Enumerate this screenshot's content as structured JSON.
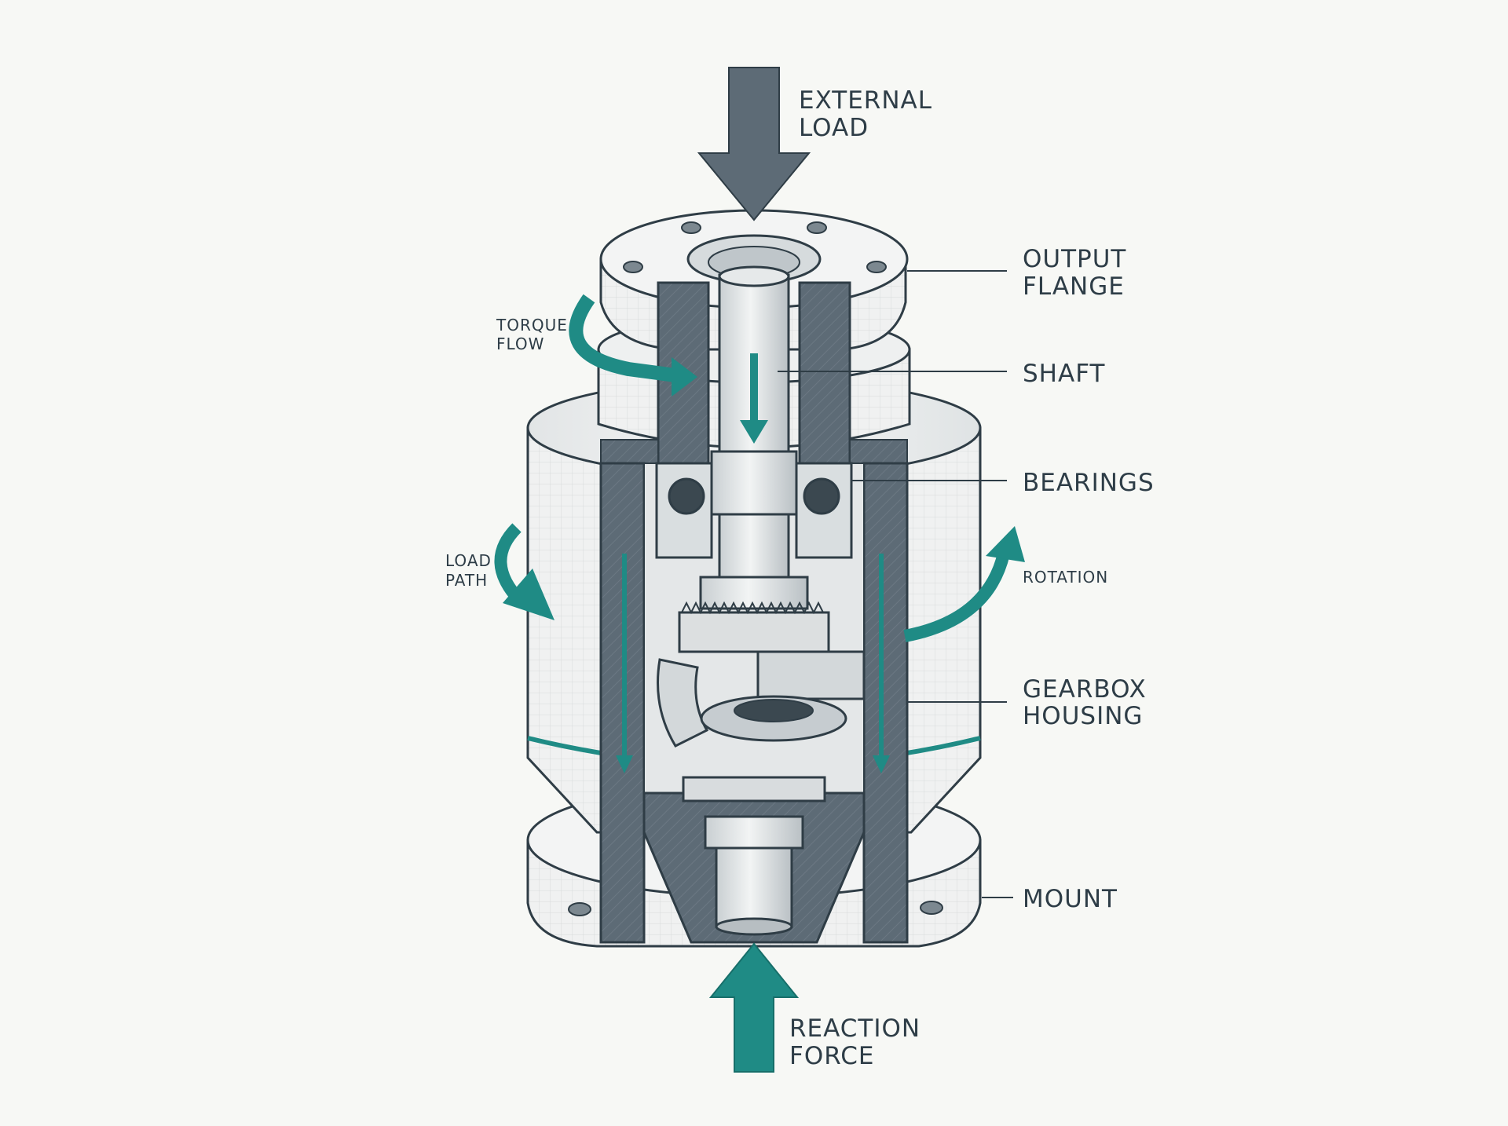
{
  "labels": {
    "external_load": [
      "EXTERNAL",
      "LOAD"
    ],
    "output_flange": [
      "OUTPUT",
      "FLANGE"
    ],
    "shaft": "SHAFT",
    "bearings": "BEARINGS",
    "gearbox_housing": [
      "GEARBOX",
      "HOUSING"
    ],
    "mount": "MOUNT",
    "reaction_force": [
      "REACTION",
      "FORCE"
    ],
    "torque_flow": [
      "TORQUE",
      "FLOW"
    ],
    "load_path": [
      "LOAD",
      "PATH"
    ],
    "rotation": "ROTATION"
  },
  "colors": {
    "slate": "#5d6b76",
    "slate_dark": "#4b5862",
    "teal": "#1f8b85",
    "line": "#2f3d46",
    "body_light": "#eceeee",
    "background": "#f7f8f5"
  }
}
